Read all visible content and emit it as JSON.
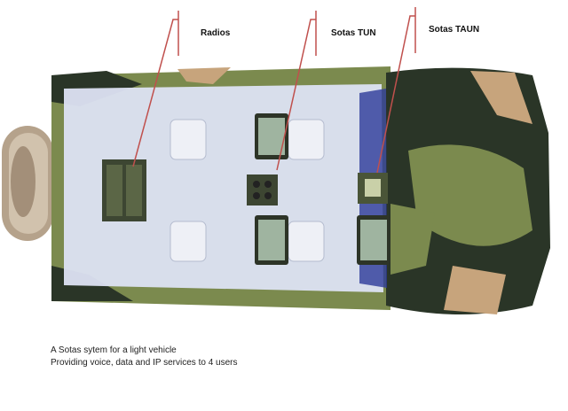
{
  "labels": {
    "radios": "Radios",
    "sotas_tun": "Sotas TUN",
    "sotas_taun": "Sotas TAUN"
  },
  "caption": {
    "line1": "A Sotas sytem for a light vehicle",
    "line2": "Providing voice, data and IP services to 4 users"
  },
  "colors": {
    "leader_line": "#c0504d",
    "camo_green": "#7b8a4e",
    "camo_dark": "#2a3527",
    "camo_tan": "#c7a47c",
    "interior": "#dde3f3"
  }
}
